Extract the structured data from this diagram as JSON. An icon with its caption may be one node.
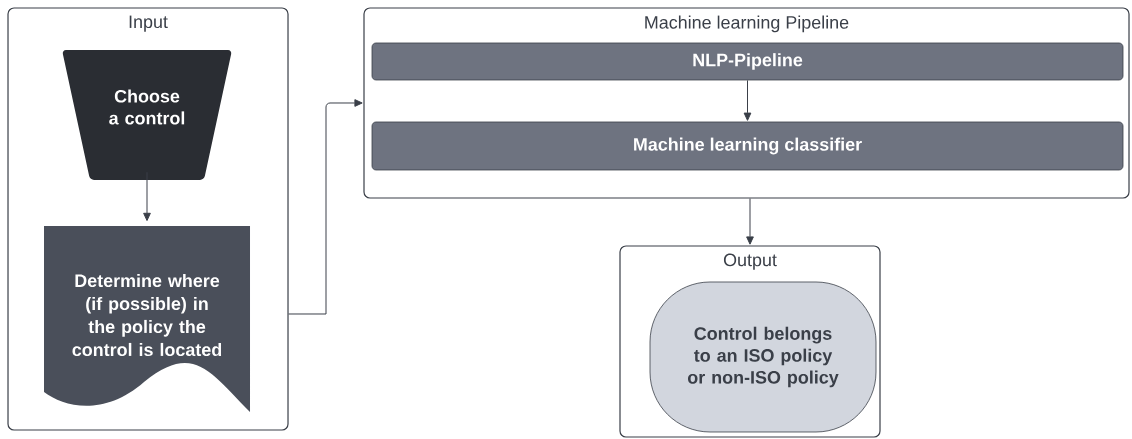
{
  "diagram": {
    "nodes": [
      {
        "text": [
          "Input"
        ]
      },
      {
        "text": [
          "Choose a control"
        ],
        "in": 0
      },
      {
        "text": [
          "Determine where (if possible) in the policy the control is located"
        ],
        "in": 0
      },
      {
        "text": [
          "Machine learning Pipeline"
        ]
      },
      {
        "text": [
          "NLP-Pipeline"
        ],
        "in": 3
      },
      {
        "text": [
          "Machine learning classifier"
        ],
        "in": 3
      },
      {
        "text": [
          "Output"
        ]
      },
      {
        "text": [
          "Control belongs to an ISO policy or non-ISO policy"
        ],
        "in": 6
      }
    ],
    "edges": [
      {
        "from": 1,
        "to": 2,
        "arrow": "to"
      },
      {
        "from": 0,
        "to": 3,
        "arrow": "to"
      },
      {
        "from": 4,
        "to": 5,
        "arrow": "to"
      },
      {
        "from": 3,
        "to": 6,
        "arrow": "to"
      }
    ]
  }
}
